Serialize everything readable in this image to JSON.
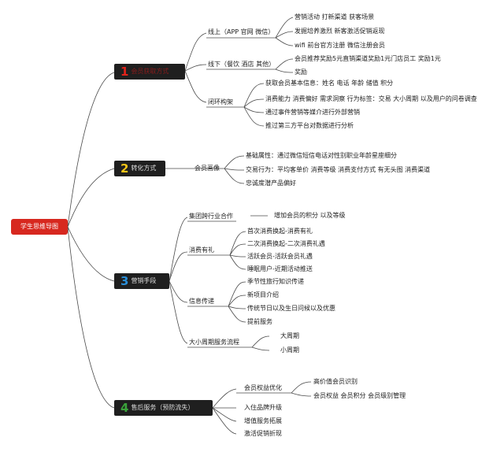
{
  "root": {
    "label": "学生思维导图"
  },
  "branches": [
    {
      "num": "1",
      "num_color": "#e2231a",
      "label": "会员获取方式"
    },
    {
      "num": "2",
      "num_color": "#f5c518",
      "label": "转化方式"
    },
    {
      "num": "3",
      "num_color": "#2a8fd8",
      "label": "营销手段"
    },
    {
      "num": "4",
      "num_color": "#3aa33a",
      "label": "售后服务（预防流失）"
    }
  ],
  "b1": {
    "online": "线上（APP 官网 微信）",
    "online_items": [
      "营销活动 打新渠道 获客场景",
      "发掘培养激烈 新客激活促销返现",
      "wifi 前台官方注册 微信注册会员"
    ],
    "offline": "线下（餐饮 酒店 其他）",
    "offline_items": [
      "会员推荐奖励5元直销渠道奖励1元门店员工 奖励1元",
      "奖励"
    ],
    "closed": "闭环构架",
    "closed_items": [
      "获取会员基本信息：姓名 电话 年龄 储值 积分",
      "消费能力 消费偏好 需求洞察 行为标签：交易 大小周期 以及用户的问卷调查",
      "通过事件营销等媒介进行外部营销",
      "推过第三方平台对数据进行分析"
    ]
  },
  "b2": {
    "portrait": "会员画像",
    "items": [
      "基础属性：通过微信短信电话对性别职业年龄星座细分",
      "交易行为：平均客单价 消费等级 消费支付方式 有无头图 消费渠道",
      "忠诚度潜产品偏好"
    ]
  },
  "b3": {
    "group": "集团跨行业合作",
    "group_item": "增加会员的积分 以及等级",
    "consume": "消费有礼",
    "consume_items": [
      "首次消费换起-消费有礼",
      "二次消费换起-二次消费礼遇",
      "活跃会员-活跃会员礼遇",
      "睡眠用户-近期活动推送"
    ],
    "info": "信息传递",
    "info_items": [
      "季节性旅行知识传递",
      "新项目介绍",
      "传统节日以及生日问候以及优惠",
      "提前服务"
    ],
    "cycle": "大小周期服务流程",
    "cycle_items": [
      "大周期",
      "小周期"
    ]
  },
  "b4": {
    "rights": "会员权益优化",
    "rights_items": [
      "高价值会员识别",
      "会员权益 会员积分 会员级别管理"
    ],
    "others": [
      "入住品牌升级",
      "增值服务拓展",
      "激活促销折现"
    ]
  },
  "colors": {
    "line": "#4a4a4a",
    "root": "#d7281f",
    "branch_bg": "#1f1f1f"
  }
}
